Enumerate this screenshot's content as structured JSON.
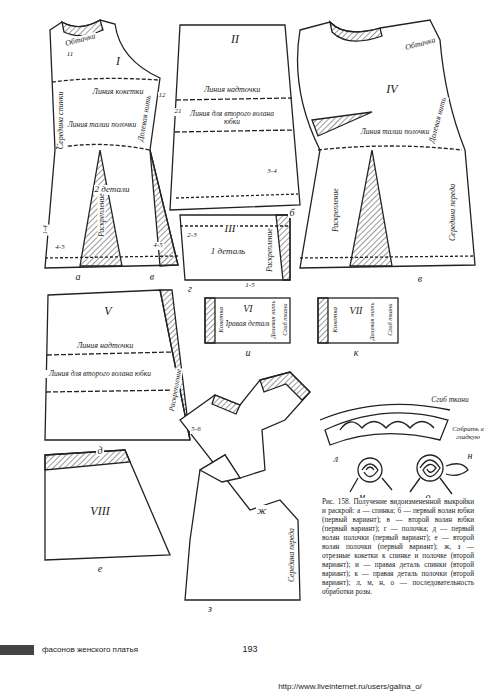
{
  "diagram": {
    "caption": "Рис. 158. Получение видоизмененной выкройки и раскрой: а — спинка; б — первый волан юбки (первый вариант); в — второй волан юбки (первый вариант); г — полочка; д — первый волан полочки (первый вариант); е — второй волан полочки (первый вариант); ж, з — отрезные кокетки к спинке и полочке (второй вариант); и — правая деталь спинки (второй вариант); к — правая деталь полочки (второй вариант); л, м, н, о — последовательность обработки розы.",
    "labels": [
      "Обтачка",
      "I",
      "Линия кокетки",
      "Долевая нить",
      "Середина спинки",
      "Линия талии полочки",
      "2 детали",
      "Раскрепление",
      "4-5",
      "4-5",
      "а",
      "в",
      "II",
      "Линия надточки",
      "Линия для второго волана юбки",
      "3-4",
      "б",
      "III",
      "1 деталь",
      "Раскрепление",
      "2-3",
      "г",
      "IV",
      "Обтачка",
      "Линия талии полочки",
      "Долевая нить",
      "Середина переда",
      "Раскрепление",
      "в",
      "V",
      "Линия надточки",
      "Линия для второго волана юбки",
      "Раскрепление",
      "д",
      "VI",
      "Правая деталь",
      "Кокетка",
      "Долевая нить",
      "Сгиб ткани",
      "и",
      "VII",
      "Кокетка",
      "Долевая нить",
      "Сгиб ткани",
      "к",
      "VIII",
      "е",
      "ж",
      "з",
      "Середина переда",
      "Сгиб ткани",
      "Собрать в гладкую",
      "л",
      "н",
      "м",
      "о",
      "11",
      "12",
      "21",
      "1-4",
      "1-5",
      "5-6",
      "фасонов женского платья",
      "193",
      "http://www.liveinternet.ru/users/galina_o/"
    ]
  }
}
